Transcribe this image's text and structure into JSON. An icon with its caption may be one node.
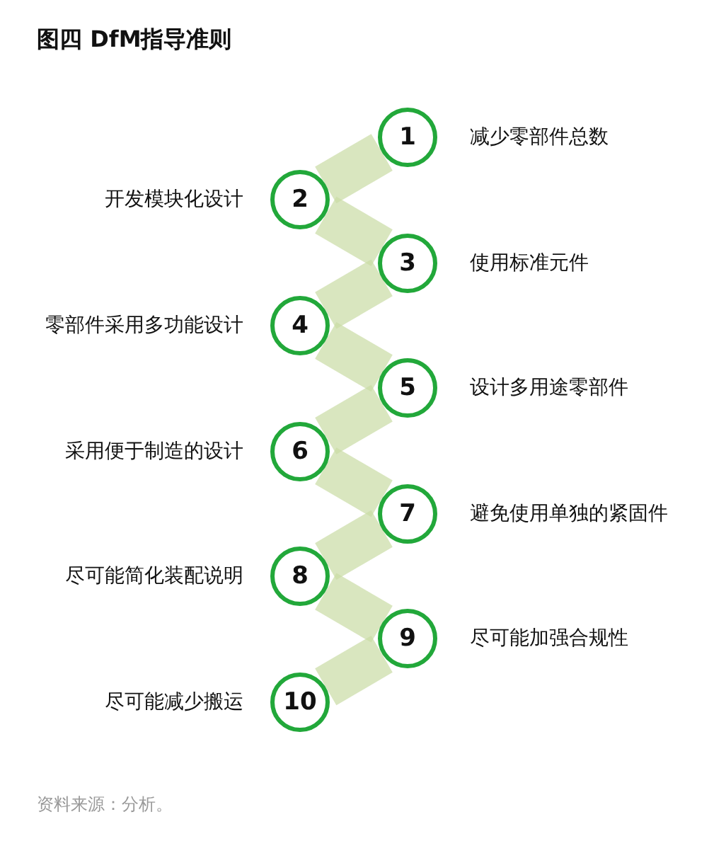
{
  "diagram": {
    "title": "图四 DfM指导准则",
    "caption": "资料来源：分析。",
    "nodes": [
      {
        "text": [
          "1"
        ],
        "beside": [
          "减少零部件总数"
        ]
      },
      {
        "text": [
          "2"
        ],
        "beside": [
          "开发模块化设计"
        ]
      },
      {
        "text": [
          "3"
        ],
        "beside": [
          "使用标准元件"
        ]
      },
      {
        "text": [
          "4"
        ],
        "beside": [
          "零部件采用多功能设计"
        ]
      },
      {
        "text": [
          "5"
        ],
        "beside": [
          "设计多用途零部件"
        ]
      },
      {
        "text": [
          "6"
        ],
        "beside": [
          "采用便于制造的设计"
        ]
      },
      {
        "text": [
          "7"
        ],
        "beside": [
          "避免使用单独的紧固件"
        ]
      },
      {
        "text": [
          "8"
        ],
        "beside": [
          "尽可能简化装配说明"
        ]
      },
      {
        "text": [
          "9"
        ],
        "beside": [
          "尽可能加强合规性"
        ]
      },
      {
        "text": [
          "10"
        ],
        "beside": [
          "尽可能减少搬运"
        ]
      }
    ],
    "edges": [
      {
        "from": 0,
        "to": 1,
        "arrow": "none"
      },
      {
        "from": 1,
        "to": 2,
        "arrow": "none"
      },
      {
        "from": 2,
        "to": 3,
        "arrow": "none"
      },
      {
        "from": 3,
        "to": 4,
        "arrow": "none"
      },
      {
        "from": 4,
        "to": 5,
        "arrow": "none"
      },
      {
        "from": 5,
        "to": 6,
        "arrow": "none"
      },
      {
        "from": 6,
        "to": 7,
        "arrow": "none"
      },
      {
        "from": 7,
        "to": 8,
        "arrow": "none"
      },
      {
        "from": 8,
        "to": 9,
        "arrow": "none"
      }
    ]
  }
}
